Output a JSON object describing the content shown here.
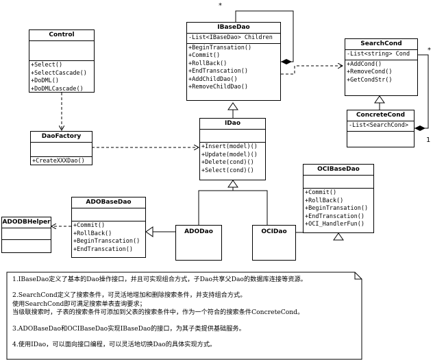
{
  "classes": {
    "control": {
      "name": "Control",
      "attrs": [],
      "ops": [
        "+Select()",
        "+SelectCascade()",
        "+DoDML()",
        "+DoDMLCascade()"
      ]
    },
    "daofactory": {
      "name": "DaoFactory",
      "attrs": [],
      "ops": [
        "+CreateXXXDao()"
      ]
    },
    "ibasedao": {
      "name": "IBaseDao",
      "attrs": [
        "-List<IBaseDao> Children"
      ],
      "ops": [
        "+BeginTransation()",
        "+Commit()",
        "+RollBack()",
        "+EndTranscation()",
        "+AddChildDao()",
        "+RemoveChildDao()"
      ]
    },
    "idao": {
      "name": "IDao",
      "attrs": [],
      "ops": [
        "+Insert(model)()",
        "+Update(model)()",
        "+Delete(cond)()",
        "+Select(cond)()"
      ]
    },
    "searchcond": {
      "name": "SearchCond",
      "attrs": [
        "-List<string> Cond"
      ],
      "ops": [
        "+AddCond()",
        "+RemoveCond()",
        "+GetCondStr()"
      ]
    },
    "concretecond": {
      "name": "ConcreteCond",
      "attrs": [
        "-List<SearchCond>"
      ],
      "ops": []
    },
    "ocibasedao": {
      "name": "OCIBaseDao",
      "attrs": [],
      "ops": [
        "+Commit()",
        "+RollBack()",
        "+BeginTransation()",
        "+EndTranscation()",
        "+OCI_HandlerFun()"
      ]
    },
    "adobasedao": {
      "name": "ADOBaseDao",
      "attrs": [],
      "ops": [
        "+Commit()",
        "+RollBack()",
        "+BeginTranscation()",
        "+EndTranscation()"
      ]
    },
    "adodbhelper": {
      "name": "ADODBHelper",
      "attrs": [],
      "ops": []
    },
    "adodao": {
      "name": "ADODao"
    },
    "ocidao": {
      "name": "OCIDao"
    }
  },
  "multiplicities": {
    "ibase_star": "*",
    "search_star": "*",
    "concrete_one": "1"
  },
  "notes": [
    "1.IBaseDao定义了基本的Dao操作接口，并且可实现组合方式，子Dao共享父Dao的数据库连接等资源。",
    "2.SearchCond定义了搜索条件，可灵活地增加和删除搜索条件，并支持组合方式。",
    "使用SearchCond即可满足搜索单表查询要求；",
    "当级联搜索时，子表的搜索条件可添加到父表的搜索条件中，作为一个符合的搜索条件ConcreteCond。",
    "3.ADOBaseDao和OCIBaseDao实现IBaseDao的接口，为其子类提供基础服务。",
    "4.使用IDao，可以面向接口编程，可以灵活地切换Dao的具体实现方式。"
  ]
}
